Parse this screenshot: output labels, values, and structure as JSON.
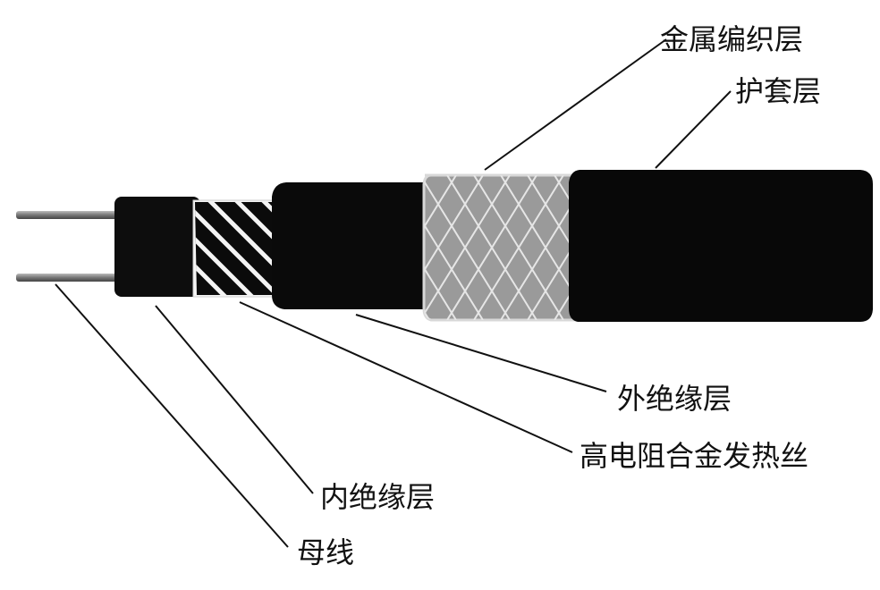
{
  "labels": {
    "metal_braid": "金属编织层",
    "jacket": "护套层",
    "outer_insulation": "外绝缘层",
    "heating_wire": "高电阻合金发热丝",
    "inner_insulation": "内绝缘层",
    "bus_wire": "母线"
  }
}
